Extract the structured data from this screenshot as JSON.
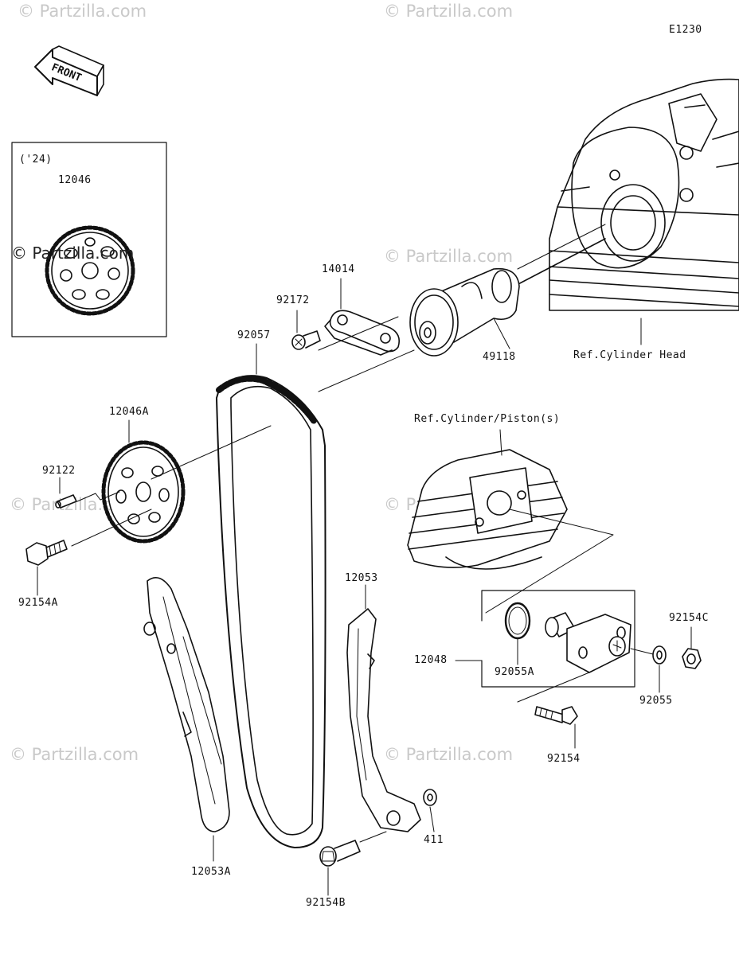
{
  "diagram": {
    "code": "E1230",
    "front_label": "FRONT",
    "year_note": "('24)",
    "watermark": "© Partzilla.com",
    "parts": [
      {
        "id": "p12046",
        "label": "12046"
      },
      {
        "id": "p92172",
        "label": "92172"
      },
      {
        "id": "p14014",
        "label": "14014"
      },
      {
        "id": "p92057",
        "label": "92057"
      },
      {
        "id": "p49118",
        "label": "49118"
      },
      {
        "id": "p12046A",
        "label": "12046A"
      },
      {
        "id": "p92122",
        "label": "92122"
      },
      {
        "id": "p92154A",
        "label": "92154A"
      },
      {
        "id": "p12053",
        "label": "12053"
      },
      {
        "id": "p12048",
        "label": "12048"
      },
      {
        "id": "p92055A",
        "label": "92055A"
      },
      {
        "id": "p92154C",
        "label": "92154C"
      },
      {
        "id": "p92055",
        "label": "92055"
      },
      {
        "id": "p92154",
        "label": "92154"
      },
      {
        "id": "p411",
        "label": "411"
      },
      {
        "id": "p12053A",
        "label": "12053A"
      },
      {
        "id": "p92154B",
        "label": "92154B"
      }
    ],
    "refs": {
      "cylinder_head": "Ref.Cylinder Head",
      "cylinder_piston": "Ref.Cylinder/Piston(s)"
    }
  }
}
